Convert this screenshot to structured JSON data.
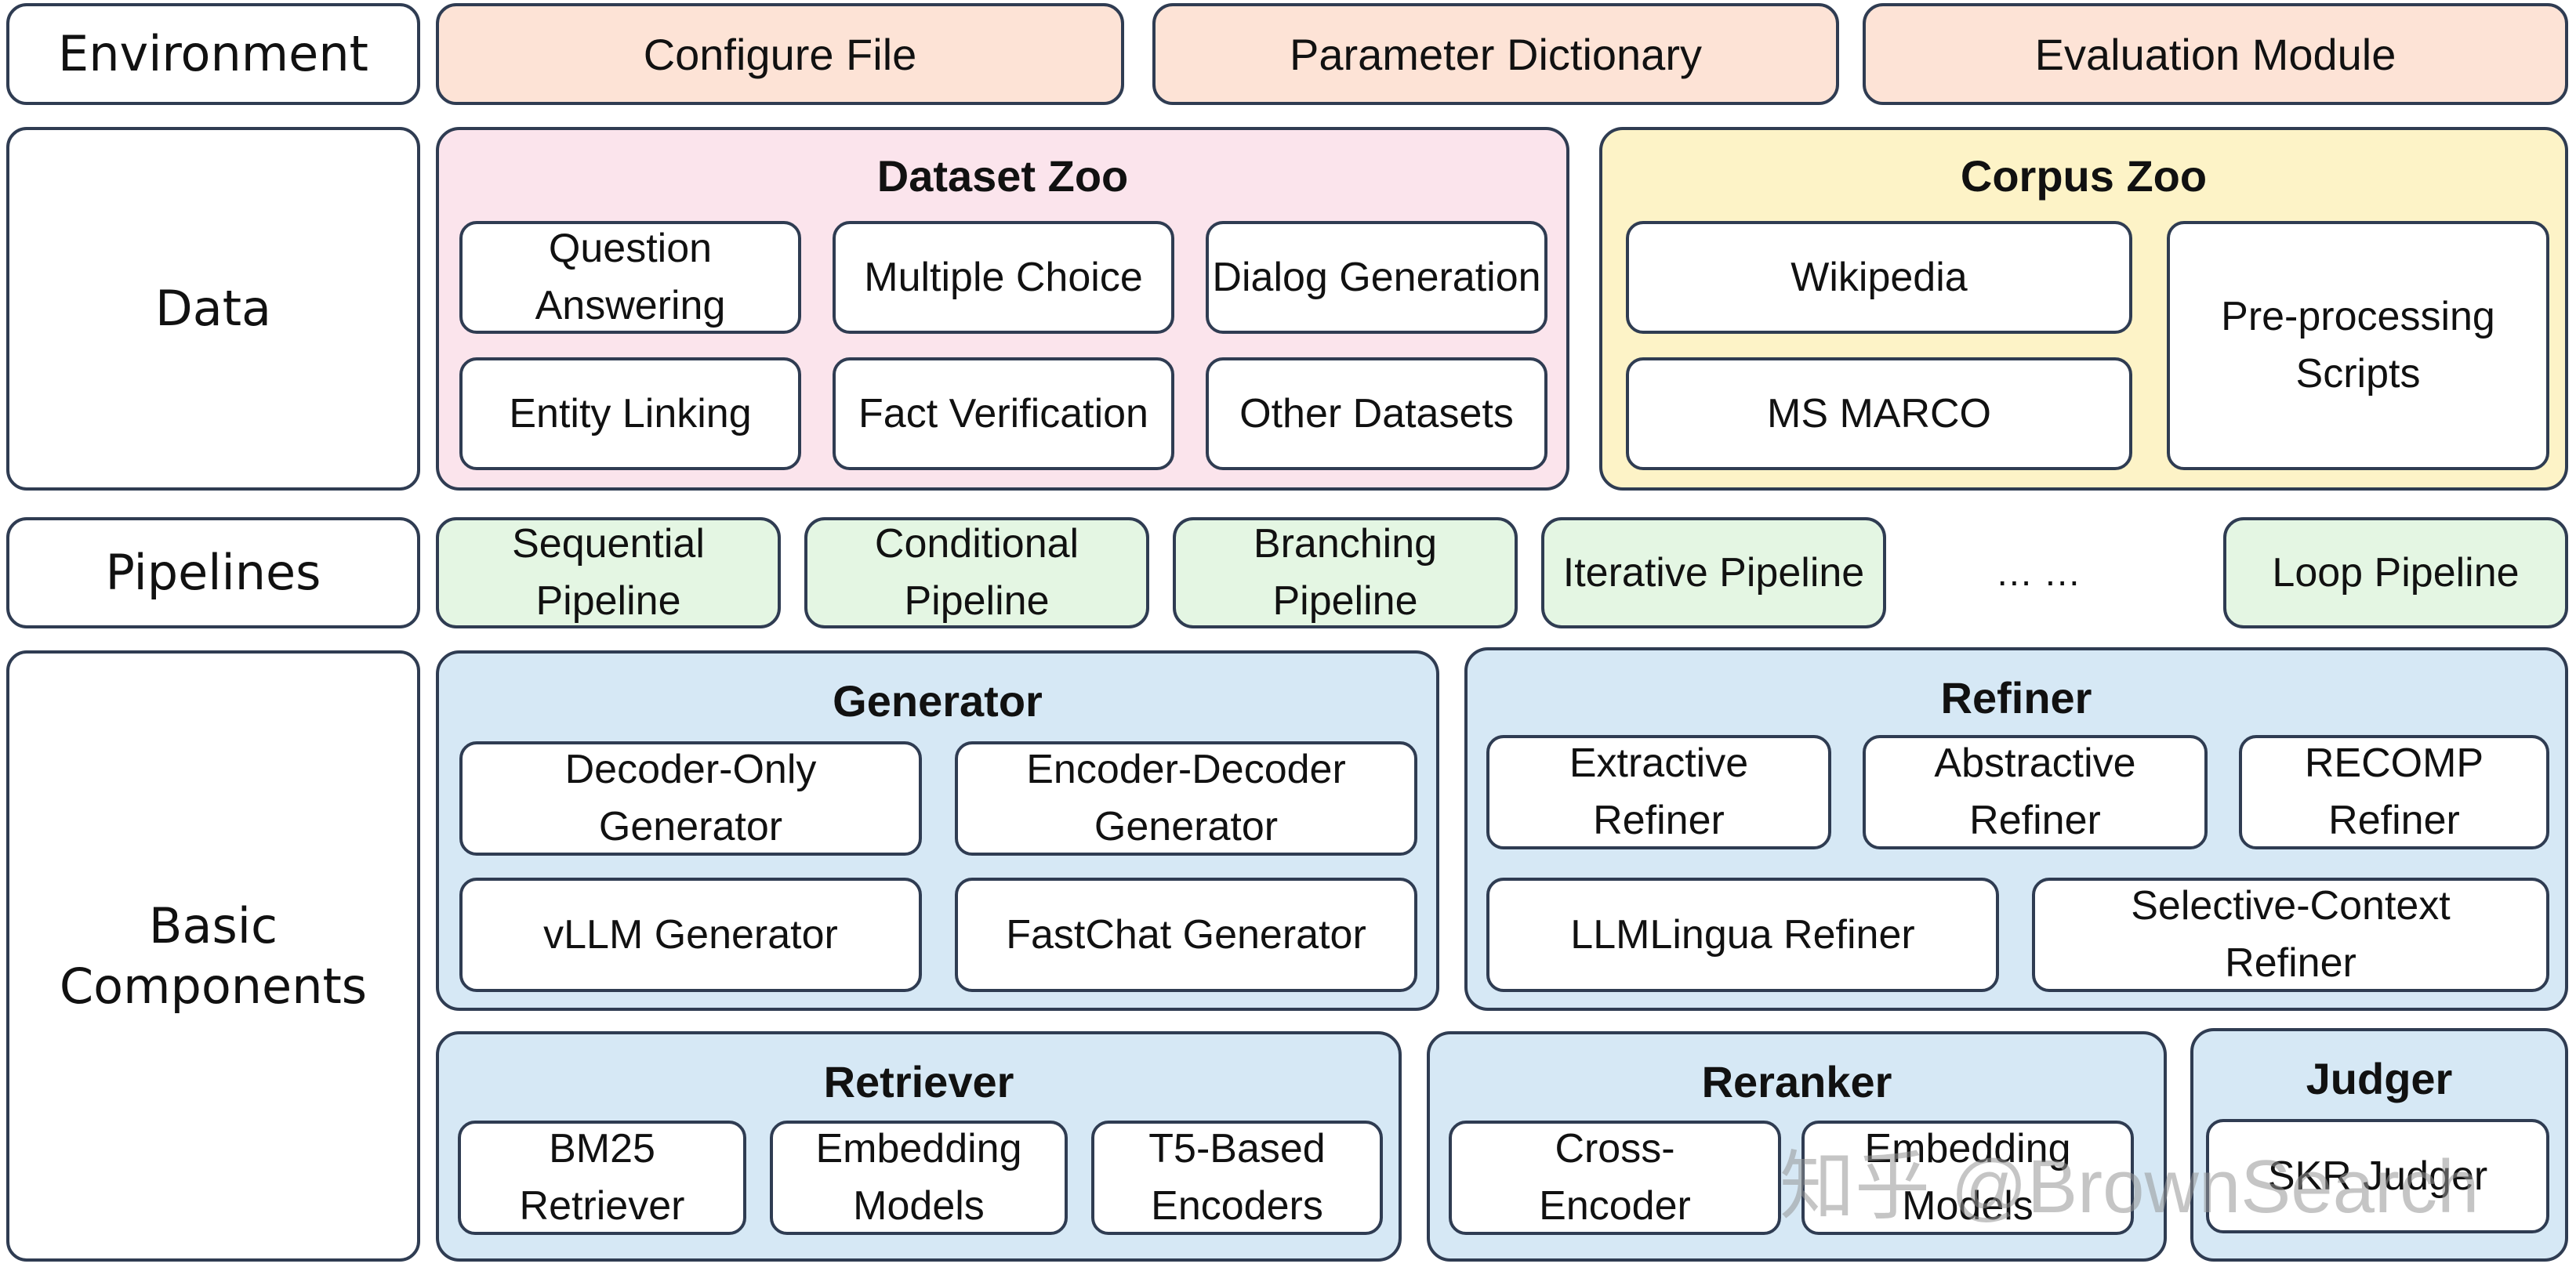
{
  "rows": {
    "environment": "Environment",
    "data": "Data",
    "pipelines": "Pipelines",
    "basic_components": "Basic Components"
  },
  "environment_items": [
    "Configure File",
    "Parameter Dictionary",
    "Evaluation Module"
  ],
  "dataset_zoo": {
    "title": "Dataset Zoo",
    "items": [
      "Question Answering",
      "Multiple Choice",
      "Dialog Generation",
      "Entity Linking",
      "Fact Verification",
      "Other Datasets"
    ]
  },
  "corpus_zoo": {
    "title": "Corpus Zoo",
    "items": [
      "Wikipedia",
      "MS MARCO",
      "Pre-processing Scripts"
    ]
  },
  "pipelines": {
    "items": [
      "Sequential Pipeline",
      "Conditional Pipeline",
      "Branching Pipeline",
      "Iterative Pipeline",
      "Loop Pipeline"
    ],
    "ellipsis": "… …"
  },
  "generator": {
    "title": "Generator",
    "items": [
      "Decoder-Only Generator",
      "Encoder-Decoder Generator",
      "vLLM Generator",
      "FastChat Generator"
    ]
  },
  "refiner": {
    "title": "Refiner",
    "items": [
      "Extractive Refiner",
      "Abstractive Refiner",
      "RECOMP Refiner",
      "LLMLingua Refiner",
      "Selective-Context Refiner"
    ]
  },
  "retriever": {
    "title": "Retriever",
    "items": [
      "BM25 Retriever",
      "Embedding Models",
      "T5-Based Encoders"
    ]
  },
  "reranker": {
    "title": "Reranker",
    "items": [
      "Cross-Encoder",
      "Embedding Models"
    ]
  },
  "judger": {
    "title": "Judger",
    "items": [
      "SKR Judger"
    ]
  },
  "watermark": "知乎 @BrownSearch",
  "colors": {
    "border": "#2f3c52",
    "environment_fill": "#fde3d6",
    "dataset_fill": "#fbe4ec",
    "corpus_fill": "#fdf3c7",
    "pipeline_fill": "#e4f6e3",
    "component_fill": "#d6e8f5"
  }
}
